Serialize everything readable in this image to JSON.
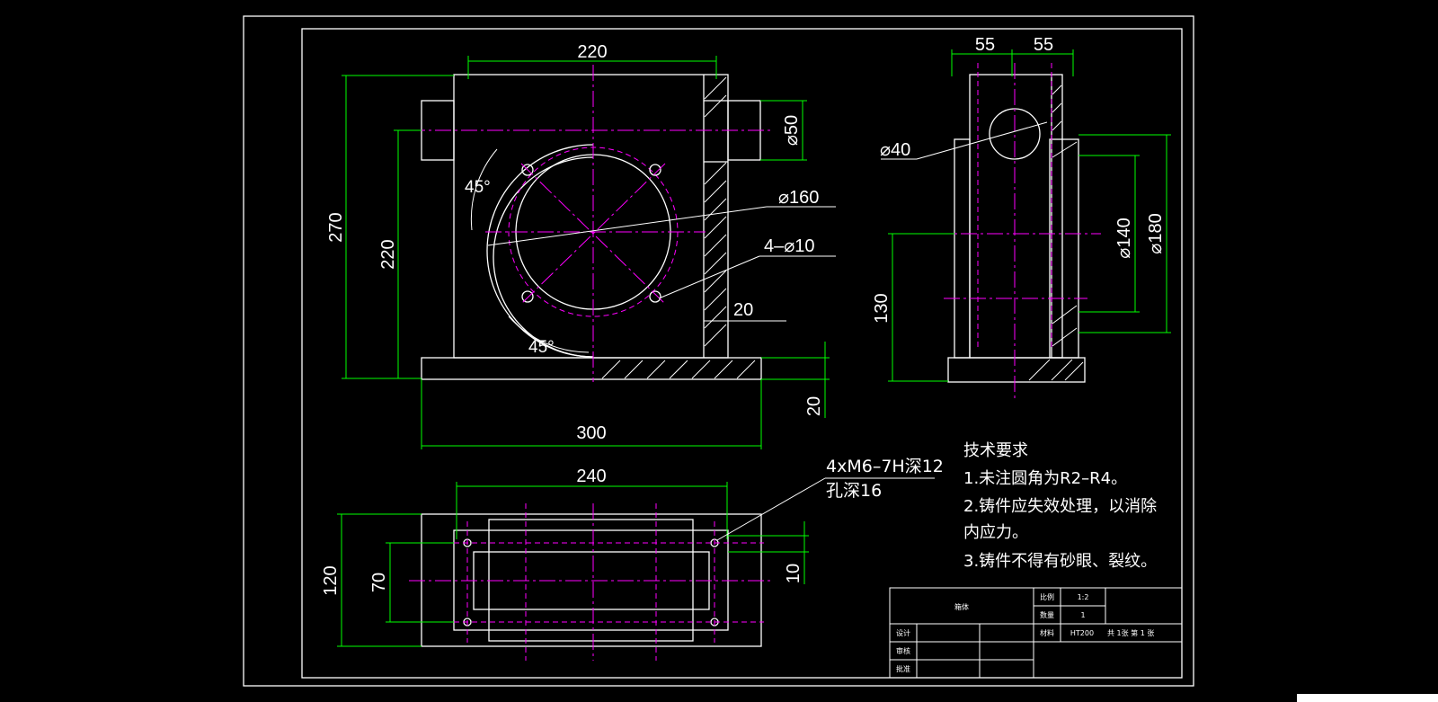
{
  "drawing": {
    "front_view": {
      "dims": {
        "top_width": "220",
        "total_height": "270",
        "inner_height": "220",
        "angle_top": "45°",
        "angle_bottom": "45°",
        "bore_dia": "⌀160",
        "holes": "4–⌀10",
        "boss_dia": "⌀50",
        "wall": "20",
        "base_thk": "20",
        "base_width": "300"
      }
    },
    "side_view": {
      "dims": {
        "half_left": "55",
        "half_right": "55",
        "hole_dia": "⌀40",
        "d140": "⌀140",
        "d180": "⌀180",
        "height_130": "130"
      }
    },
    "top_view": {
      "dims": {
        "width_240": "240",
        "depth_120": "120",
        "depth_70": "70",
        "offset_10": "10"
      },
      "callout_line1": "4xM6–7H深12",
      "callout_line2": "孔深16"
    },
    "tech_requirements": {
      "title": "技术要求",
      "items": [
        "1.未注圆角为R2–R4。",
        "2.铸件应失效处理，以消除",
        "内应力。",
        "3.铸件不得有砂眼、裂纹。"
      ]
    },
    "title_block": {
      "part_name": "箱体",
      "scale_label": "比例",
      "scale_value": "1:2",
      "qty_label": "数量",
      "qty_value": "1",
      "material_label": "材料",
      "material_value": "HT200",
      "sheets": "共  1张    第 1  张",
      "design": "设计",
      "review": "审核",
      "approve": "批准"
    }
  },
  "colors": {
    "background": "#000000",
    "outline": "#ffffff",
    "dimension": "#00ff00",
    "centerline": "#ff00ff"
  }
}
